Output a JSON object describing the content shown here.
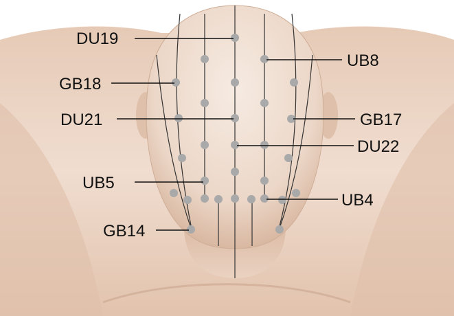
{
  "labels": {
    "du19": "DU19",
    "ub8": "UB8",
    "gb18": "GB18",
    "du21": "DU21",
    "gb17": "GB17",
    "du22": "DU22",
    "ub5": "UB5",
    "ub4": "UB4",
    "gb14": "GB14"
  },
  "colors": {
    "skin_light": "#f3e4d8",
    "skin_shadow": "#d8b9a2",
    "point": "#a9a9a9",
    "meridian_line": "#333333",
    "leader_line": "#111111"
  }
}
